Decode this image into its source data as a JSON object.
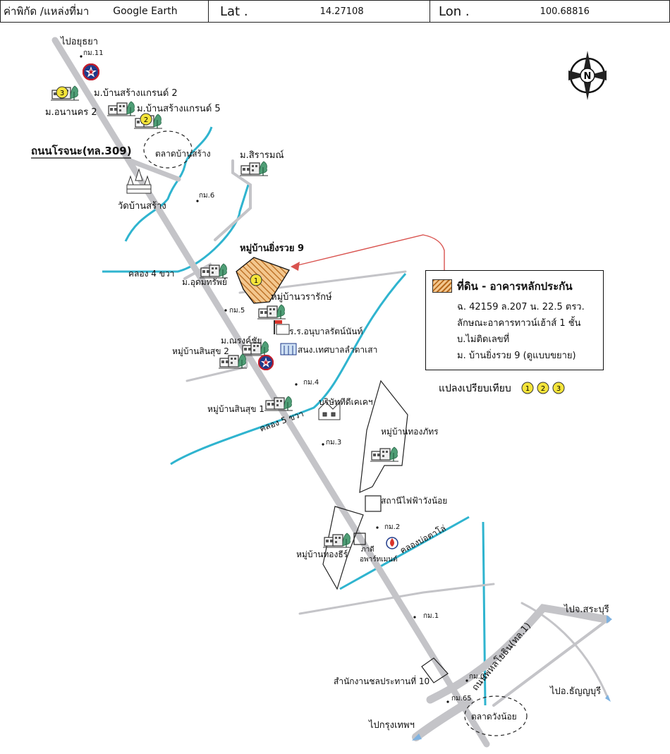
{
  "header": {
    "coord_label": "ค่าพิกัด /แหล่งที่มา",
    "source": "Google Earth",
    "lat_label": "Lat .",
    "lat_value": "14.27108",
    "lon_label": "Lon .",
    "lon_value": "100.68816"
  },
  "compass_letter": "N",
  "legend": {
    "title": "ที่ดิน - อาคารหลักประกัน",
    "lines": [
      "ฉ. 42159 ล.207 น. 22.5 ตรว.",
      "ลักษณะอาคารทาวน์เฮ้าส์ 1 ชั้น",
      "บ.ไม่ติดเลขที่",
      "ม. บ้านยิ่งรวย 9 (ดูแบบขยาย)"
    ],
    "hatch_color": "#d98a3a"
  },
  "comparison": {
    "label": "แปลงเปรียบเทียบ",
    "markers": [
      "1",
      "2",
      "3"
    ]
  },
  "colors": {
    "road": "#c4c4c8",
    "canal": "#2fb4cf",
    "arrow": "#d9534f",
    "marker": "#f4e43a"
  },
  "places": {
    "to_ayutthaya": "ไปอยุธยา",
    "km11": "กม.11",
    "sang_grand_2": "ม.บ้านสร้างแกรนด์ 2",
    "anan_2": "ม.อนานคร 2",
    "sang_grand_5": "ม.บ้านสร้างแกรนด์ 5",
    "rojana_road": "ถนนโรจนะ(ทล.309)",
    "ban_sang_market": "ตลาดบ้านสร้าง",
    "sirarom": "ม.สิรารมณ์",
    "wat_ban_sang": "วัดบ้านสร้าง",
    "km6": "กม.6",
    "ying_ruay_9": "หมู่บ้านยิ่งรวย 9",
    "khlong_4": "คลอง 4 ขวา",
    "udom_sap": "ม.อุดมทรัพย์",
    "warrarak": "หมู่บ้านวรารักษ์",
    "km5": "กม.5",
    "school": "ร.ร.อนุบาลรัตน์นันท์",
    "narongchai": "ม.ณรงค์ชัย",
    "municipal": "สนง.เทศบาลลำตาเสา",
    "sinsuk_2": "หมู่บ้านสินสุข 2",
    "km4": "กม.4",
    "sinsuk_1": "หมู่บ้านสินสุข 1",
    "tdk": "บริษัททีดีเคเคฯ",
    "khlong_5": "คลอง 5 ขวา",
    "thongphat": "หมู่บ้านทองภัทร",
    "km3": "กม.3",
    "power_station": "สถานีไฟฟ้าวังน้อย",
    "km2": "กม.2",
    "apartment_1": "ภาดี",
    "apartment_2": "อพาร์ทเมนต์",
    "thongthip": "หมู่บ้านทองธีร์",
    "khlong_bo": "คลองบ่อตาโล่",
    "km1": "กม.1",
    "to_saraburi": "ไปจ.สระบุรี",
    "phahon_road": "ถนนพหลโยธิน(ทล.1)",
    "irrigation": "สำนักงานชลประทานที่ 10",
    "km0": "กม.0",
    "to_thanyaburi": "ไปอ.ธัญญบุรี",
    "km65": "กม.65",
    "wang_noi_market": "ตลาดวังน้อย",
    "to_bangkok": "ไปกรุงเทพฯ"
  }
}
